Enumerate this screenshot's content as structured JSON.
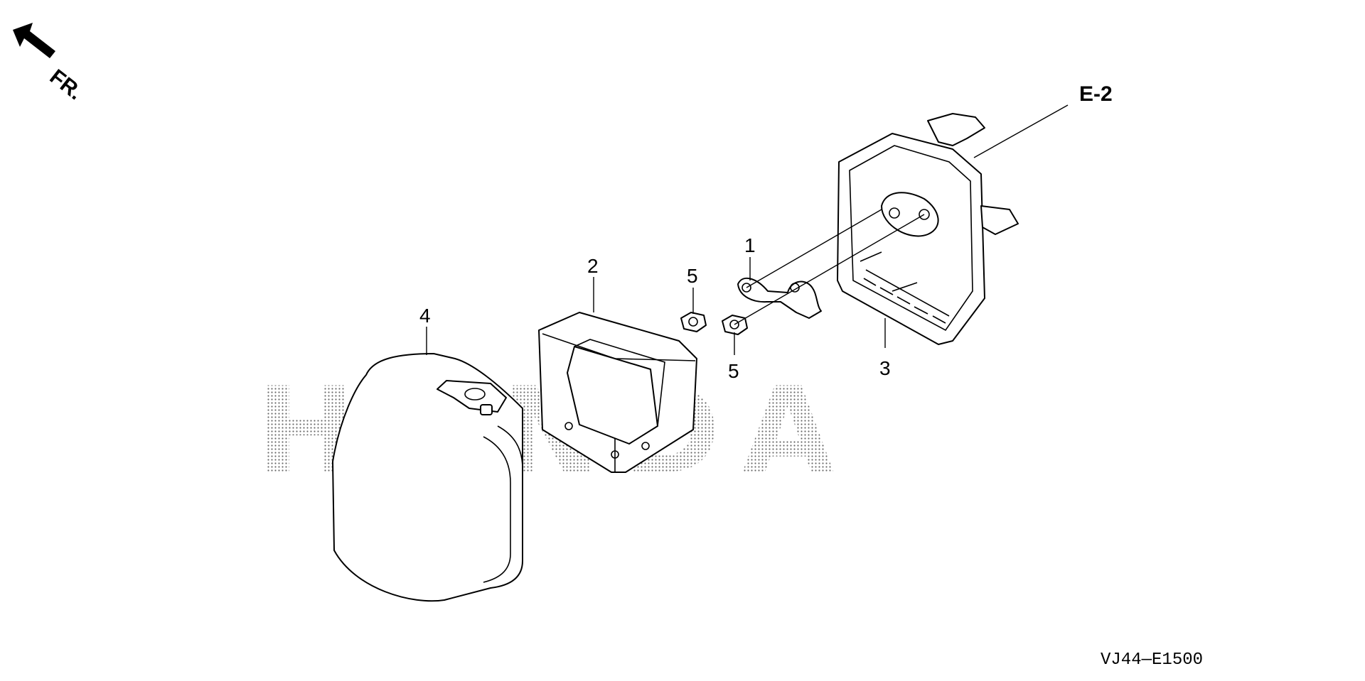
{
  "direction": {
    "label": "FR."
  },
  "watermark": {
    "text": "HONDA"
  },
  "reference": {
    "label": "E-2"
  },
  "diagram_code": "VJ44—E1500",
  "callouts": {
    "p1": "1",
    "p2": "2",
    "p3": "3",
    "p4": "4",
    "p5a": "5",
    "p5b": "5"
  },
  "colors": {
    "ink": "#000000",
    "paper": "#ffffff"
  }
}
